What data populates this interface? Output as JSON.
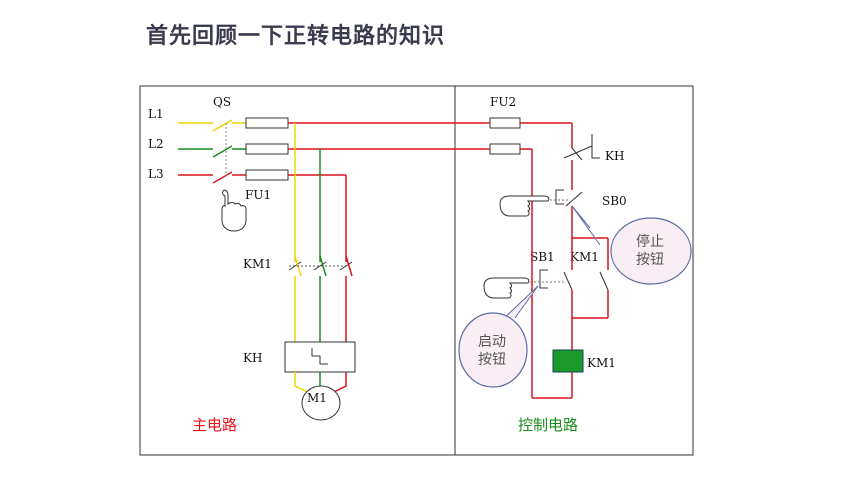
{
  "title": "首先回顾一下正转电路的知识",
  "main_circuit": {
    "phase_labels": [
      "L1",
      "L2",
      "L3"
    ],
    "switch_label": "QS",
    "fuse_label": "FU1",
    "contactor_label": "KM1",
    "overload_label": "KH",
    "motor_label": "M1",
    "caption": "主电路"
  },
  "control_circuit": {
    "fuse_label": "FU2",
    "overload_contact_label": "KH",
    "stop_button_label": "SB0",
    "start_button_label": "SB1",
    "aux_contact_label": "KM1",
    "coil_label": "KM1",
    "caption": "控制电路",
    "stop_bubble": [
      "停止",
      "按钮"
    ],
    "start_bubble": [
      "启动",
      "按钮"
    ]
  },
  "colors": {
    "phase_L1": "#f2d300",
    "phase_L2": "#1e8c1e",
    "phase_L3": "#d8141c",
    "coil_fill": "#1a9a2a",
    "bubble_fill": "#f8eef4",
    "bubble_stroke": "#5a6aa8"
  }
}
